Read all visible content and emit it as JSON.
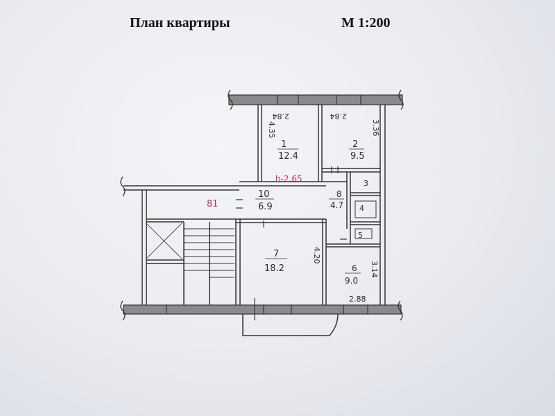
{
  "header": {
    "title": "План квартиры",
    "scale": "М 1:200"
  },
  "rooms": [
    {
      "number": "1",
      "area": "12.4",
      "dim": "4.35"
    },
    {
      "number": "2",
      "area": "9.5",
      "dim": "3.36"
    },
    {
      "number": "3",
      "area": ""
    },
    {
      "number": "4",
      "area": ""
    },
    {
      "number": "5",
      "area": ""
    },
    {
      "number": "6",
      "area": "9.0",
      "dim": "3.14"
    },
    {
      "number": "7",
      "area": "18.2",
      "dim": "4.20"
    },
    {
      "number": "8",
      "area": "4.7"
    },
    {
      "number": "10",
      "area": "6.9"
    }
  ],
  "dimensions": {
    "top_left": "2.84",
    "top_right": "2.84",
    "bottom_right": "2.88"
  },
  "annotations": {
    "ceiling_height": "h-2.65",
    "apartment_number": "81"
  },
  "colors": {
    "wall": "#555555",
    "ink": "#2a2a3a",
    "red_ink": "#c8324a"
  }
}
